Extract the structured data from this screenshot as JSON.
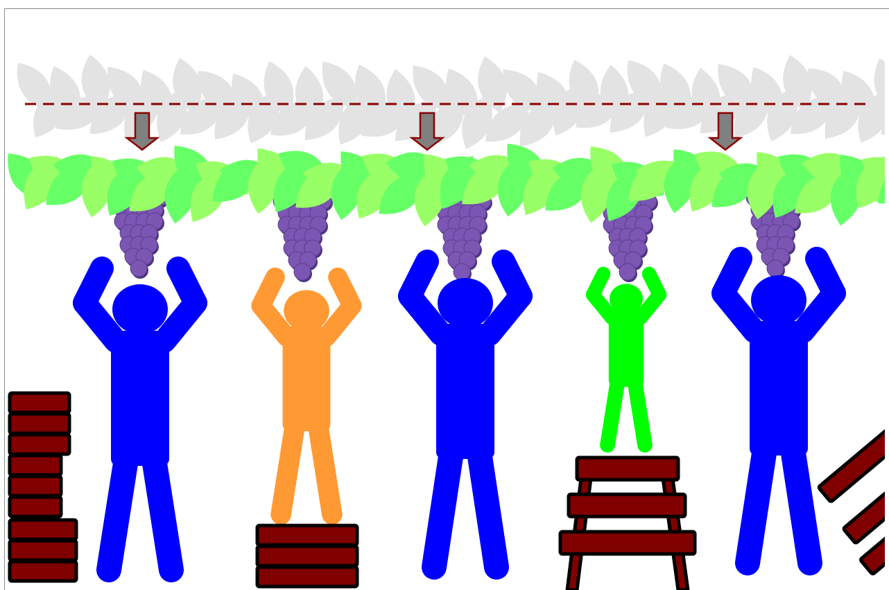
{
  "scene": {
    "colors": {
      "original_vine": "#e3e3e3",
      "target_line": "#8b0000",
      "arrow_fill": "#808080",
      "arrow_stroke": "#8b0000",
      "leaf_dark": "#66ff66",
      "leaf_light": "#99ff66",
      "grape": "#7b56b3",
      "grape_shadow": "#4d3580",
      "person_blue": "#0000ff",
      "person_orange": "#ff9933",
      "person_green": "#00ff00",
      "brick": "#800000",
      "outline": "#000000"
    },
    "people": [
      {
        "name": "person-1",
        "color": "blue",
        "height": "tall",
        "support": "none"
      },
      {
        "name": "person-2",
        "color": "orange",
        "height": "medium",
        "support": "box"
      },
      {
        "name": "person-3",
        "color": "blue",
        "height": "tall",
        "support": "none"
      },
      {
        "name": "person-4",
        "color": "green",
        "height": "short",
        "support": "stand"
      },
      {
        "name": "person-5",
        "color": "blue",
        "height": "tall",
        "support": "none"
      }
    ],
    "grape_clusters": 5,
    "down_arrows": 3
  }
}
